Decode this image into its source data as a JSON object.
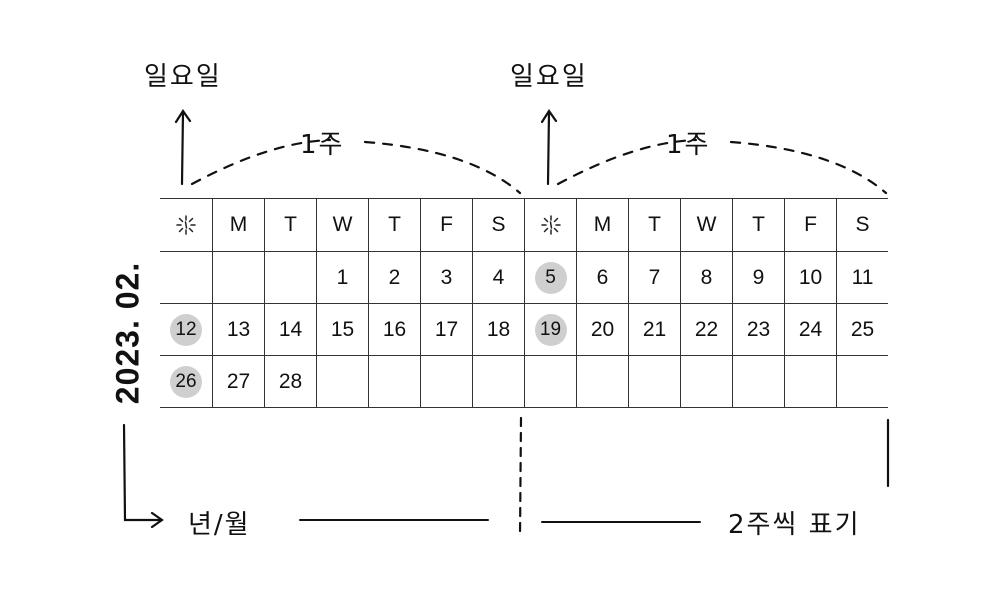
{
  "labels": {
    "sunday_left": "일요일",
    "sunday_right": "일요일",
    "week_left": "1주",
    "week_right": "1주",
    "year_month_label": "년/월",
    "two_weeks_label": "2주씩 표기"
  },
  "calendar": {
    "year_month": "2023. 02.",
    "sunday_icon": "sun-icon",
    "header": [
      "☼",
      "M",
      "T",
      "W",
      "T",
      "F",
      "S",
      "☼",
      "M",
      "T",
      "W",
      "T",
      "F",
      "S"
    ],
    "rows": [
      [
        "",
        "",
        "",
        "1",
        "2",
        "3",
        "4",
        "5",
        "6",
        "7",
        "8",
        "9",
        "10",
        "11"
      ],
      [
        "12",
        "13",
        "14",
        "15",
        "16",
        "17",
        "18",
        "19",
        "20",
        "21",
        "22",
        "23",
        "24",
        "25"
      ],
      [
        "26",
        "27",
        "28",
        "",
        "",
        "",
        "",
        "",
        "",
        "",
        "",
        "",
        "",
        ""
      ]
    ],
    "highlighted": [
      "5",
      "12",
      "19",
      "26"
    ],
    "highlight_color": "#cfcfcf"
  }
}
